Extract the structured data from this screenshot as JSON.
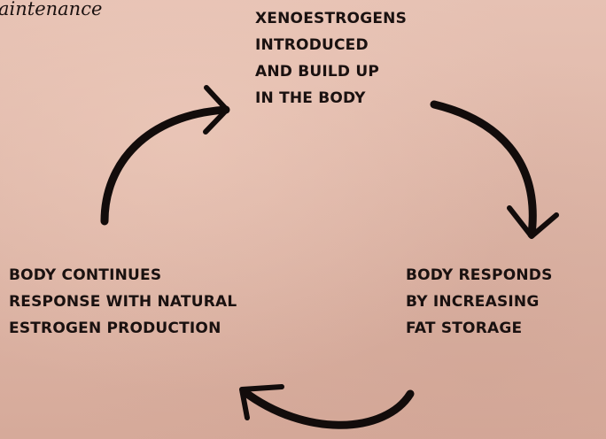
{
  "corner_text": "aintenance",
  "cycle": {
    "top": {
      "lines": [
        "XENOESTROGENS",
        "INTRODUCED",
        "AND BUILD UP",
        "IN THE BODY"
      ]
    },
    "right": {
      "lines": [
        "BODY RESPONDS",
        "BY INCREASING",
        "FAT STORAGE"
      ]
    },
    "left": {
      "lines": [
        "BODY CONTINUES",
        "RESPONSE WITH NATURAL",
        "ESTROGEN PRODUCTION"
      ]
    }
  },
  "colors": {
    "text": "#1a1110",
    "arrow": "#120c0b"
  },
  "icons": [
    "curved-arrow-icon",
    "curved-arrow-icon",
    "curved-arrow-icon"
  ]
}
